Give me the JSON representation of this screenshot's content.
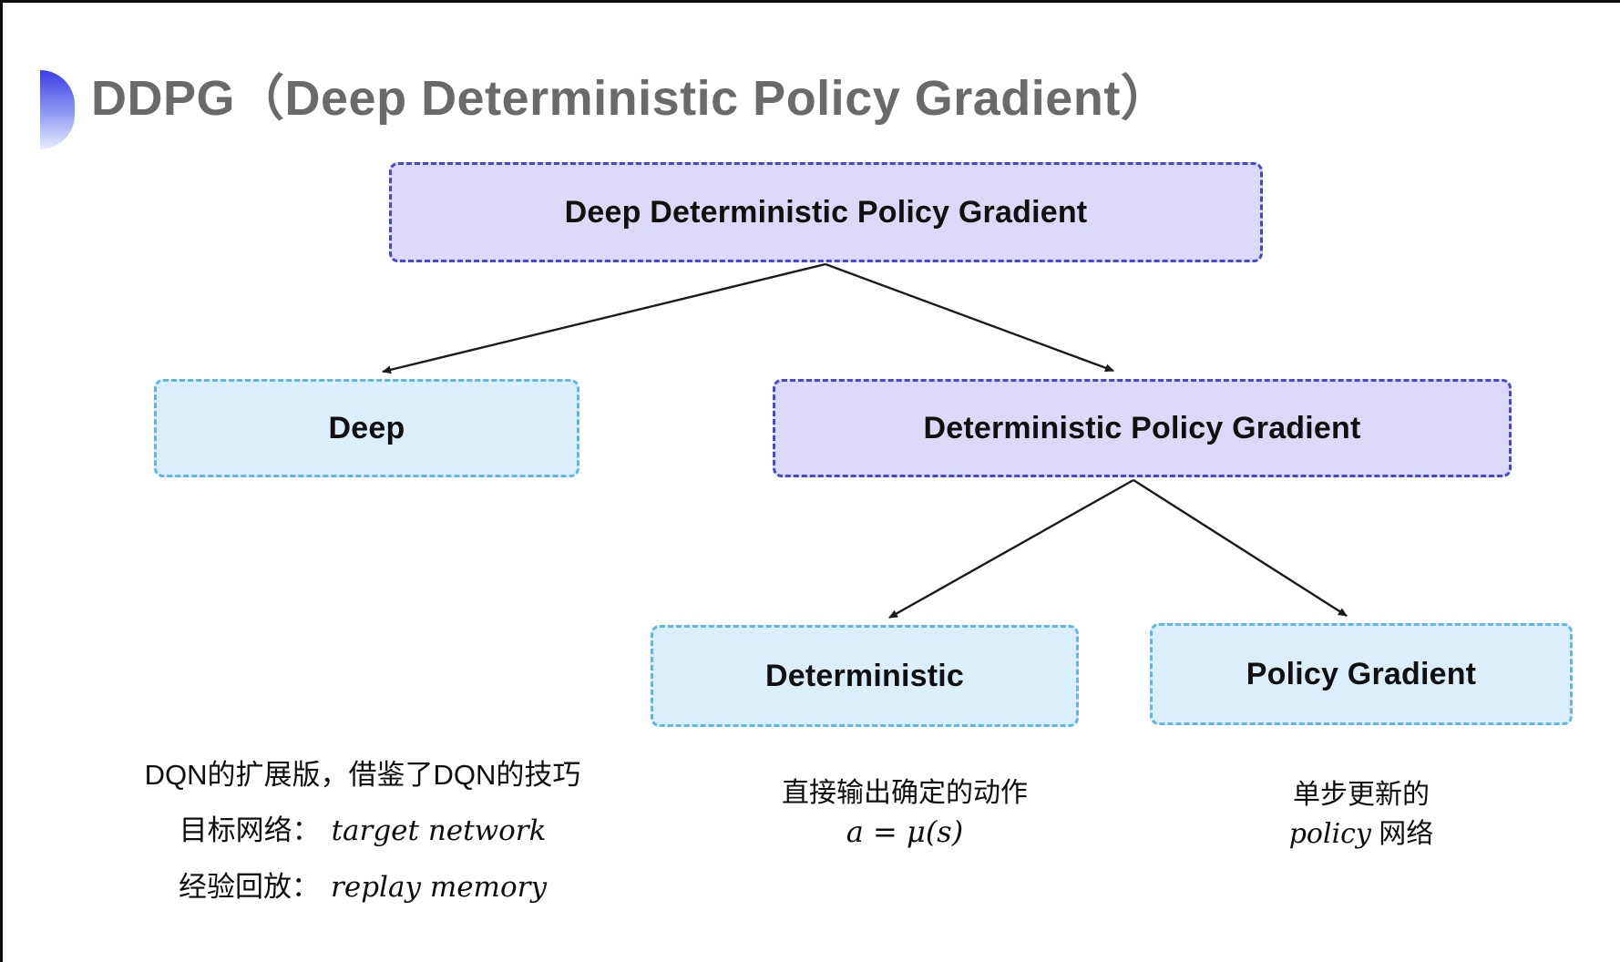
{
  "page": {
    "title": "DDPG（Deep Deterministic Policy Gradient）"
  },
  "diagram": {
    "nodes": {
      "root": {
        "label": "Deep Deterministic Policy Gradient"
      },
      "deep": {
        "label": "Deep"
      },
      "dpg": {
        "label": "Deterministic Policy Gradient"
      },
      "deterministic": {
        "label": "Deterministic"
      },
      "policy_gradient": {
        "label": "Policy Gradient"
      }
    },
    "colors": {
      "purple_fill": "#dcd9f8",
      "purple_border": "#4545d6",
      "cyan_fill": "#daeffb",
      "cyan_border": "#5fb7e5",
      "arrow": "#1a1a1a",
      "title_gray": "#6a6a6a",
      "bullet_blue": "#3c3ce6"
    }
  },
  "notes": {
    "deep": {
      "line1": "DQN的扩展版，借鉴了DQN的技巧",
      "line2_label": "目标网络：",
      "line2_term": "target network",
      "line3_label": "经验回放：",
      "line3_term": "replay memory"
    },
    "deterministic": {
      "line1": "直接输出确定的动作",
      "formula": "a = μ(s)"
    },
    "policy_gradient": {
      "line1": "单步更新的",
      "term": "policy",
      "suffix": " 网络"
    }
  }
}
